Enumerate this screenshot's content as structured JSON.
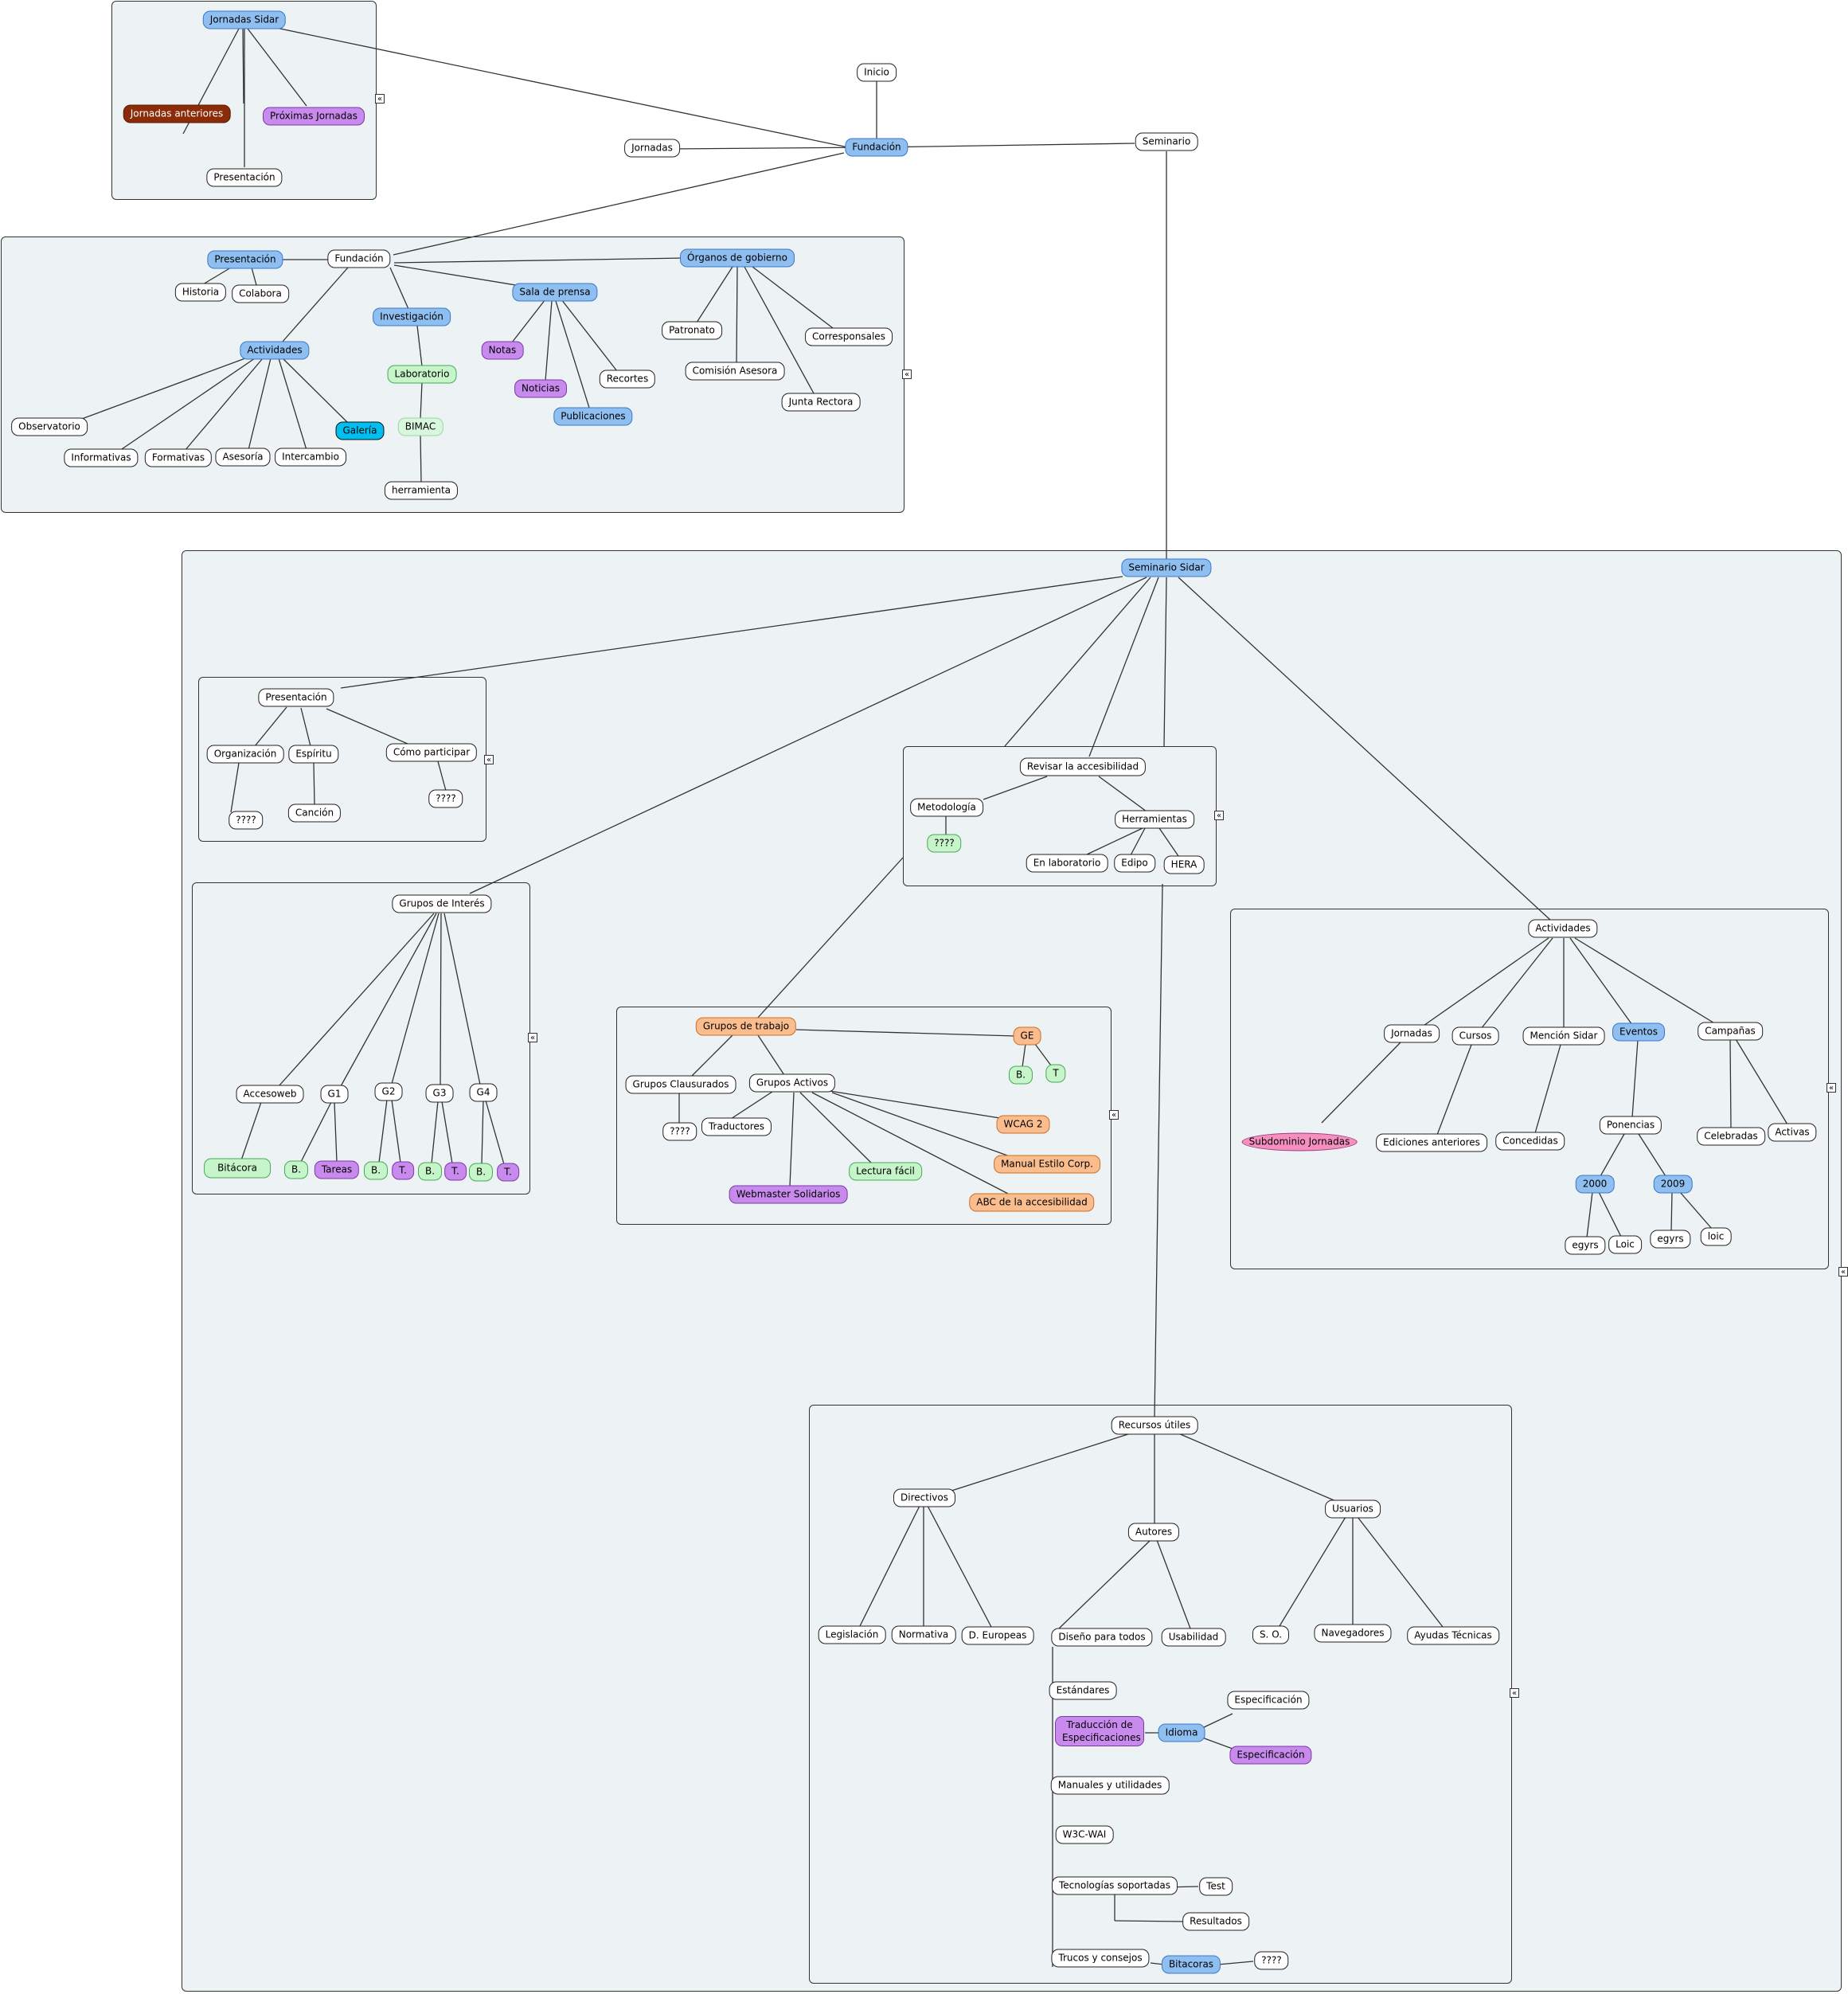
{
  "groups": {
    "jornadas_sidar": "Jornadas Sidar",
    "fundacion": "Fundación",
    "seminario": "Seminario Sidar"
  },
  "nodes": {
    "inicio": "Inicio",
    "fundacion_root": "Fundación",
    "jornadas": "Jornadas",
    "seminario": "Seminario",
    "jornadas_sidar": "Jornadas Sidar",
    "jornadas_anteriores": "Jornadas anteriores",
    "proximas_jornadas": "Próximas Jornadas",
    "j_presentacion": "Presentación",
    "f_presentacion": "Presentación",
    "f_fundacion": "Fundación",
    "historia": "Historia",
    "colabora": "Colabora",
    "investigacion": "Investigación",
    "sala_prensa": "Sala de prensa",
    "organos": "Órganos de gobierno",
    "actividades_f": "Actividades",
    "laboratorio": "Laboratorio",
    "bimac": "BIMAC",
    "herramienta": "herramienta",
    "notas": "Notas",
    "noticias": "Noticias",
    "publicaciones": "Publicaciones",
    "recortes": "Recortes",
    "patronato": "Patronato",
    "comision": "Comisión Asesora",
    "junta": "Junta Rectora",
    "corresponsales": "Corresponsales",
    "observatorio": "Observatorio",
    "informativas": "Informativas",
    "formativas": "Formativas",
    "asesoria": "Asesoría",
    "intercambio": "Intercambio",
    "galeria": "Galería",
    "seminario_sidar": "Seminario Sidar",
    "s_presentacion": "Presentación",
    "organizacion": "Organización",
    "espiritu": "Espíritu",
    "como_participar": "Cómo participar",
    "q_org": "????",
    "cancion": "Canción",
    "q_como": "????",
    "revisar": "Revisar la accesibilidad",
    "metodologia": "Metodología",
    "q_metod": "????",
    "herramientas": "Herramientas",
    "en_laboratorio": "En laboratorio",
    "edipo": "Edipo",
    "hera": "HERA",
    "grupos_interes": "Grupos de Interés",
    "accesoweb": "Accesoweb",
    "bitacora": "Bitácora",
    "g1": "G1",
    "g2": "G2",
    "g3": "G3",
    "g4": "G4",
    "g1_b": "B.",
    "tareas": "Tareas",
    "g2_b": "B.",
    "g2_t": "T.",
    "g3_b": "B.",
    "g3_t": "T.",
    "g4_b": "B.",
    "g4_t": "T.",
    "grupos_trabajo": "Grupos de trabajo",
    "ge": "GE",
    "ge_b": "B.",
    "ge_t": "T",
    "grupos_clausurados": "Grupos Clausurados",
    "q_claus": "????",
    "grupos_activos": "Grupos Activos",
    "traductores": "Traductores",
    "wcag2": "WCAG 2",
    "manual_estilo": "Manual Estilo Corp.",
    "lectura_facil": "Lectura fácil",
    "webmaster": "Webmaster Solidarios",
    "abc": "ABC de la accesibilidad",
    "actividades_s": "Actividades",
    "jornadas_s": "Jornadas",
    "cursos": "Cursos",
    "mencion": "Mención Sidar",
    "eventos": "Eventos",
    "campanas": "Campañas",
    "subdominio": "Subdominio Jornadas",
    "ediciones": "Ediciones anteriores",
    "concedidas": "Concedidas",
    "ponencias": "Ponencias",
    "celebradas": "Celebradas",
    "activas": "Activas",
    "y2000": "2000",
    "y2009": "2009",
    "egyrs1": "egyrs",
    "loic1": "Loic",
    "egyrs2": "egyrs",
    "loic2": "loic",
    "recursos": "Recursos útiles",
    "directivos": "Directivos",
    "autores": "Autores",
    "usuarios": "Usuarios",
    "legislacion": "Legislación",
    "normativa": "Normativa",
    "d_europeas": "D. Europeas",
    "diseno": "Diseño para todos",
    "usabilidad": "Usabilidad",
    "so": "S. O.",
    "navegadores": "Navegadores",
    "ayudas": "Ayudas Técnicas",
    "estandares": "Estándares",
    "traduccion": "Traducción de Especificaciones",
    "idioma": "Idioma",
    "especificacion1": "Especificación",
    "especificacion2": "Especificación",
    "manuales": "Manuales y utilidades",
    "w3c": "W3C-WAI",
    "tecnologias": "Tecnologías soportadas",
    "test": "Test",
    "resultados": "Resultados",
    "trucos": "Trucos y consejos",
    "bitacoras": "Bitacoras",
    "q_bitac": "????"
  },
  "collapse_symbol": "«",
  "colors": {
    "panel": "#edf3f5",
    "blue": "#8fbef0",
    "purple": "#c98aee",
    "green": "#c5f5c9",
    "orange": "#fbbc8e",
    "brown": "#8a2c08",
    "cyan": "#00bff0",
    "pink": "#f58fc0"
  }
}
